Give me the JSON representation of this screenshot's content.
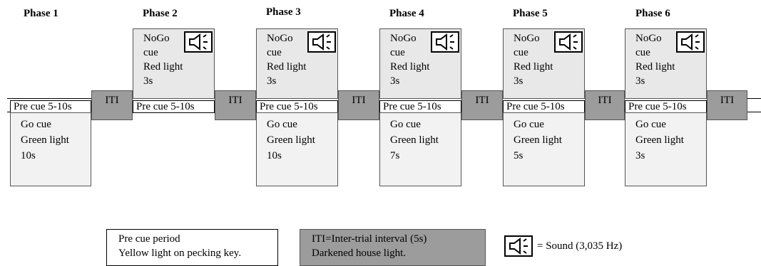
{
  "phases": [
    {
      "title": "Phase 1"
    },
    {
      "title": "Phase 2"
    },
    {
      "title": "Phase 3"
    },
    {
      "title": "Phase 4"
    },
    {
      "title": "Phase 5"
    },
    {
      "title": "Phase 6"
    }
  ],
  "precue_label": "Pre cue 5-10s",
  "iti_label": "ITI",
  "nogo": {
    "line1": "NoGo",
    "line2": "cue",
    "line3": "Red light",
    "line4": "3s"
  },
  "go": {
    "line1": "Go cue",
    "line2": "Green light"
  },
  "go_durations": [
    "10s",
    "10s",
    "7s",
    "5s",
    "3s"
  ],
  "legend": {
    "precue_line1": "Pre cue period",
    "precue_line2": "Yellow light on pecking key.",
    "iti_line1": "ITI=Inter-trial interval (5s)",
    "iti_line2": "Darkened house light.",
    "sound": "= Sound (3,035 Hz)"
  },
  "colors": {
    "iti_fill": "#9c9c9c",
    "nogo_fill": "#e8e8e8",
    "go_fill": "#f2f2f2"
  },
  "icons": {
    "sound": "speaker-icon"
  }
}
